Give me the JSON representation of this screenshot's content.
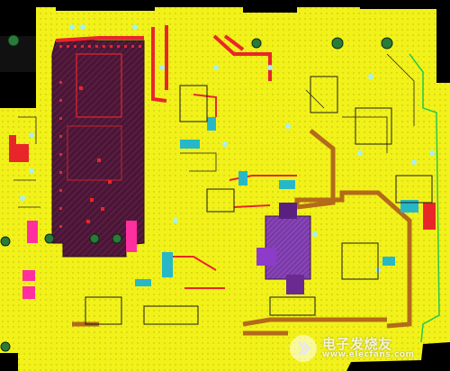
{
  "image": {
    "subject": "pcb-layout",
    "colors": {
      "background": "#000000",
      "copper_top": "#f2f21a",
      "trace_red": "#e8262a",
      "chip_region": "#5a1b3c",
      "pad_pink": "#ff2fa0",
      "pad_cyan": "#27b8c8",
      "trace_brown": "#b36a1a",
      "pad_purple": "#8c3cc8",
      "via_green": "#2a7a3a",
      "outline_green": "#27c84a"
    }
  },
  "watermark": {
    "brand_cn": "电子发烧友",
    "site": "www.elecfans.com",
    "logo_icon": "elecfans-logo"
  }
}
